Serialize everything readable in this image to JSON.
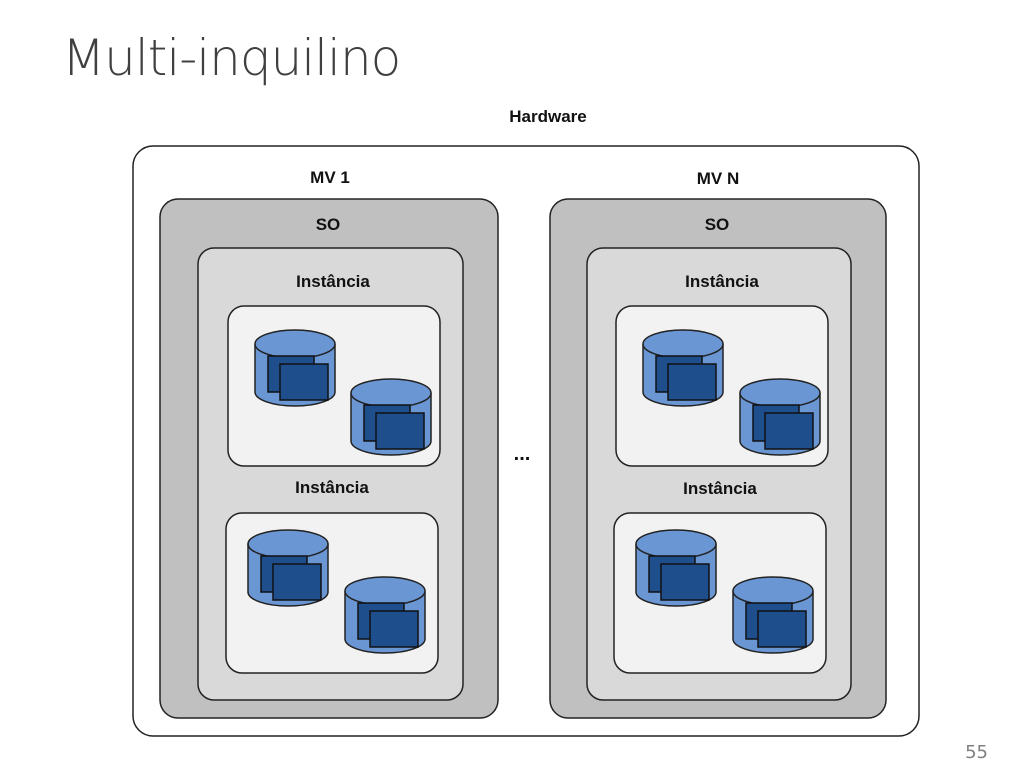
{
  "slide": {
    "title": "Multi-inquilino",
    "page_number": "55"
  },
  "diagram": {
    "hardware_label": "Hardware",
    "ellipsis": "...",
    "colors": {
      "hardware_fill": "#ffffff",
      "so_fill": "#c0c0c0",
      "instancia_fill": "#d9d9d9",
      "inner_fill": "#f2f2f2",
      "cylinder_fill": "#6a96d4",
      "window_fill": "#1f4e8c",
      "stroke": "#222222"
    },
    "vms": [
      {
        "vm_label": "MV 1",
        "so_label": "SO",
        "instances": [
          {
            "label": "Instância",
            "databases": [
              "database-icon",
              "database-icon"
            ]
          },
          {
            "label": "Instância",
            "databases": [
              "database-icon",
              "database-icon"
            ]
          }
        ]
      },
      {
        "vm_label": "MV N",
        "so_label": "SO",
        "instances": [
          {
            "label": "Instância",
            "databases": [
              "database-icon",
              "database-icon"
            ]
          },
          {
            "label": "Instância",
            "databases": [
              "database-icon",
              "database-icon"
            ]
          }
        ]
      }
    ]
  }
}
